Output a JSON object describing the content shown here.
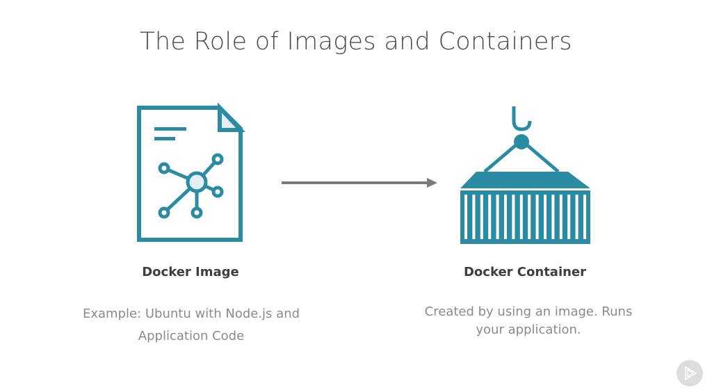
{
  "slide": {
    "title": "The Role of Images and Containers",
    "left": {
      "icon": "document-network-icon",
      "label": "Docker Image",
      "description_line1": "Example: Ubuntu with Node.js and",
      "description_line2": "Application Code"
    },
    "right": {
      "icon": "shipping-container-crane-icon",
      "label": "Docker Container",
      "description_line1": "Created by using an image. Runs",
      "description_line2": "your application."
    },
    "connector": "arrow-right-icon"
  },
  "player": {
    "logo_icon": "pluralsight-play-icon"
  },
  "colors": {
    "accent": "#2a8ba3",
    "icon_fill_light": "#e4eef3",
    "arrow": "#7a7a7a",
    "title_text": "#4a4a4a",
    "label_text": "#3e3e3e",
    "desc_text": "#8a8a8a"
  }
}
